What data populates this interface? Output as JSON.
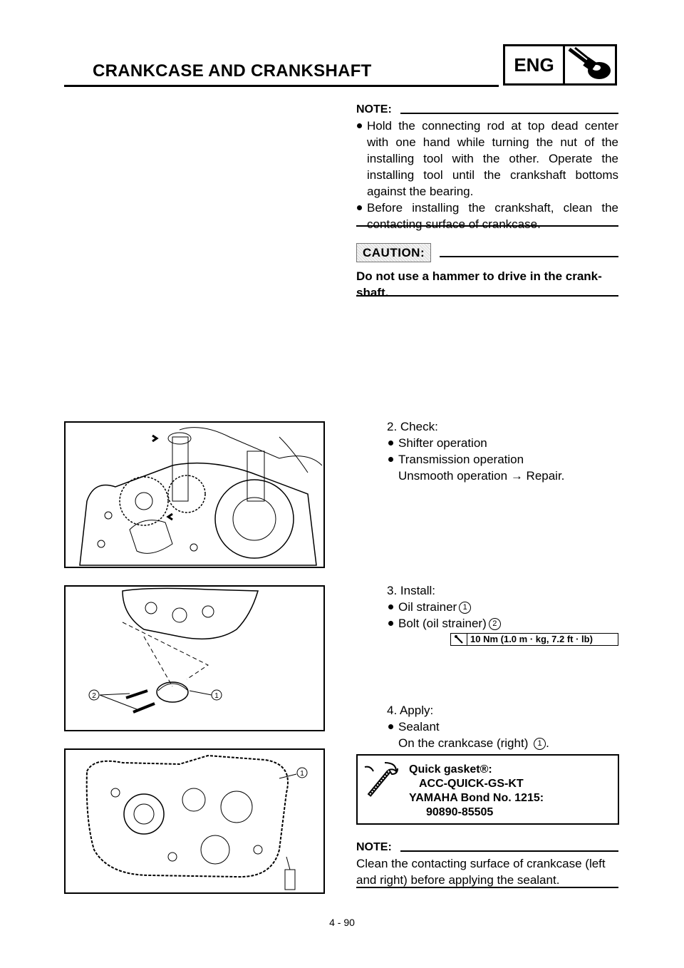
{
  "header": {
    "title": "CRANKCASE AND CRANKSHAFT",
    "section_label": "ENG",
    "section_icon": "engine-piston-icon"
  },
  "note1": {
    "heading": "NOTE:",
    "bullets": [
      "Hold the connecting rod at top dead center with one hand while turning the nut of the installing tool with the other. Operate the installing tool until the crankshaft bottoms against the bearing.",
      "Before installing the crankshaft, clean the contacting surface of crankcase."
    ]
  },
  "caution": {
    "label": "CAUTION:",
    "text": "Do not use a hammer to drive in the crank-shaft."
  },
  "step2": {
    "label": "2. Check:",
    "items": [
      "Shifter operation",
      "Transmission operation"
    ],
    "result": "Unsmooth operation → Repair."
  },
  "step3": {
    "label": "3. Install:",
    "items": [
      "Oil strainer",
      "Bolt (oil strainer)"
    ],
    "item_refs": [
      "1",
      "2"
    ],
    "torque": "10 Nm (1.0 m · kg, 7.2 ft · lb)"
  },
  "step4": {
    "label": "4. Apply:",
    "item": "Sealant",
    "detail": "On the crankcase (right)",
    "detail_ref": "1",
    "detail_end": "."
  },
  "sealant": {
    "line1": "Quick gasket®:",
    "line2": "ACC-QUICK-GS-KT",
    "line3": "YAMAHA Bond No. 1215:",
    "line4": "90890-85505"
  },
  "note2": {
    "heading": "NOTE:",
    "text": "Clean the contacting surface of crankcase (left and right) before applying the sealant."
  },
  "figures": {
    "fig2_refs": [
      "2",
      "1"
    ],
    "fig3_ref": "1"
  },
  "page_number": "4 - 90"
}
